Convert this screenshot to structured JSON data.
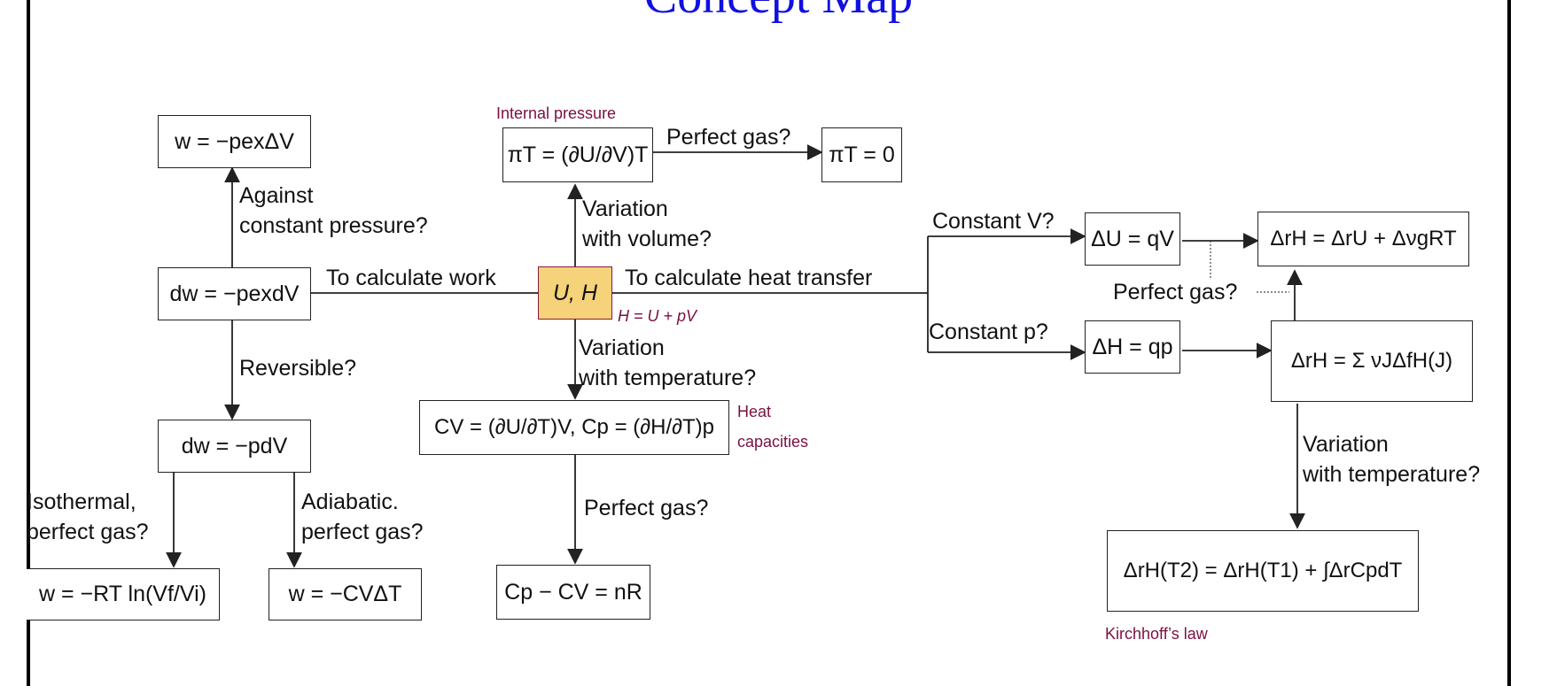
{
  "title": "Concept Map",
  "colors": {
    "line": "#222222",
    "accent_text": "#7a1040",
    "center_fill": "#f6d27a",
    "title": "#1010e0"
  },
  "center": {
    "label": "U, H",
    "note": "H = U + pV"
  },
  "work": {
    "branch_label": "To calculate work",
    "dw_pex": "dw = −pexdV",
    "against_label": [
      "Against",
      "constant pressure?"
    ],
    "w_pex": "w = −pexΔV",
    "reversible_label": "Reversible?",
    "dw_p": "dw = −pdV",
    "isothermal_label": [
      "Isothermal,",
      "perfect gas?"
    ],
    "w_iso": "w = −RT ln(Vf/Vi)",
    "adiabatic_label": [
      "Adiabatic.",
      "perfect gas?"
    ],
    "w_adi": "w = −CVΔT"
  },
  "volume": {
    "note": "Internal pressure",
    "pi_t": "πT = (∂U/∂V)T",
    "perfect_label": "Perfect gas?",
    "pi_zero": "πT = 0",
    "variation_label": [
      "Variation",
      "with volume?"
    ]
  },
  "temperature": {
    "variation_label": [
      "Variation",
      "with temperature?"
    ],
    "heat_caps": "CV = (∂U/∂T)V, Cp = (∂H/∂T)p",
    "note": [
      "Heat",
      "capacities"
    ],
    "perfect_label": "Perfect gas?",
    "cp_cv": "Cp − CV = nR"
  },
  "heat": {
    "branch_label": "To calculate heat transfer",
    "const_v_label": "Constant V?",
    "du_q": "ΔU = qV",
    "const_p_label": "Constant p?",
    "dh_q": "ΔH = qp",
    "drh_drU": "ΔrH = ΔrU + ΔνgRT",
    "perfect_label": "Perfect gas?",
    "drh_sum": "ΔrH = Σ νJΔfH(J)",
    "variation_label": [
      "Variation",
      "with temperature?"
    ],
    "kirchhoff": "ΔrH(T2) = ΔrH(T1) + ∫ΔrCpdT",
    "kirchhoff_note": "Kirchhoff’s law"
  }
}
